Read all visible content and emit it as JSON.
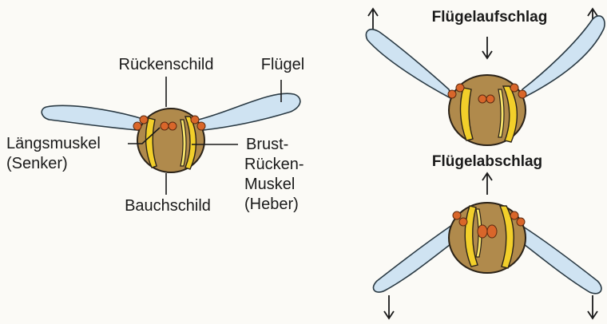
{
  "labels": {
    "ruecken": "Rückenschild",
    "fluegel": "Flügel",
    "laengs1": "Längsmuskel",
    "laengs2": "(Senker)",
    "brust1": "Brust-",
    "brust2": "Rücken-",
    "brust3": "Muskel",
    "brust4": "(Heber)",
    "bauch": "Bauchschild"
  },
  "titles": {
    "up": "Flügelaufschlag",
    "down": "Flügelabschlag"
  },
  "colors": {
    "wing": "#cfe3f2",
    "body": "#b08a4c",
    "muscle": "#f2cf2a",
    "dot": "#d9662a"
  }
}
